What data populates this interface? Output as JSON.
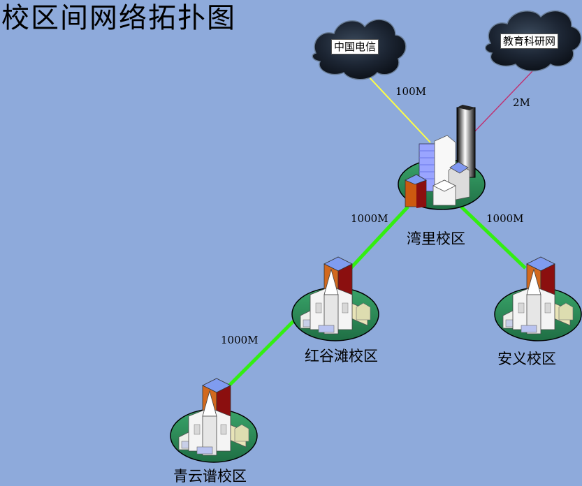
{
  "title": "校区间网络拓扑图",
  "clouds": {
    "telecom": "中国电信",
    "edu": "教育科研网"
  },
  "links": {
    "telecom": "100M",
    "edu": "2M",
    "wanli_honggutan": "1000M",
    "wanli_anyi": "1000M",
    "honggutan_qingyunpu": "1000M"
  },
  "campuses": {
    "wanli": "湾里校区",
    "honggutan": "红谷滩校区",
    "anyi": "安义校区",
    "qingyunpu": "青云谱校区"
  },
  "colors": {
    "background": "#8eaadb",
    "fiber": "#33ee11",
    "telecom_link": "#ffff44",
    "edu_link": "#c03070",
    "ground": "#2e8b57"
  }
}
